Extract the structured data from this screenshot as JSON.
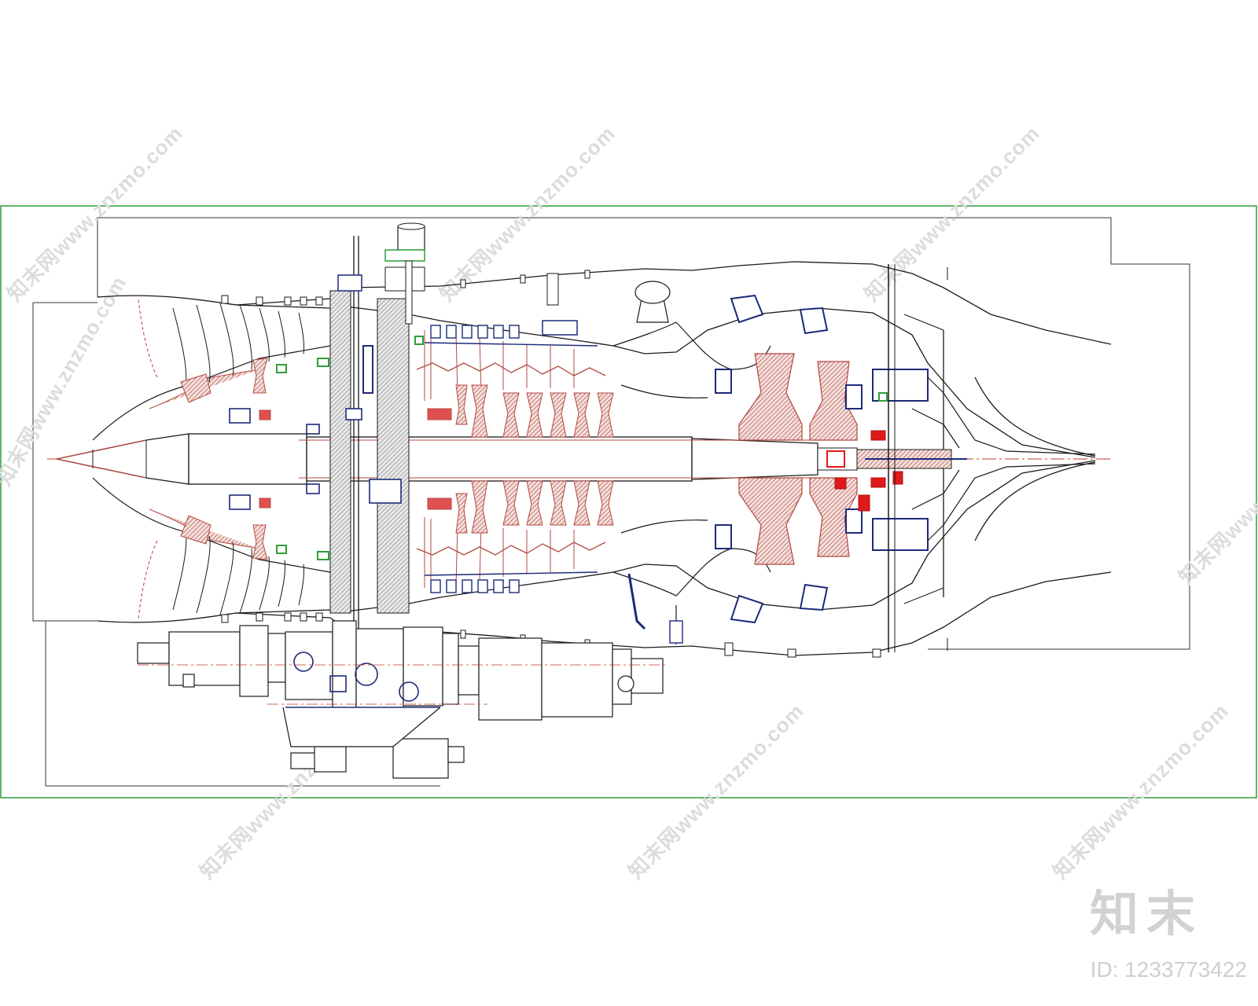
{
  "watermark": {
    "text": "知末网www.znzmo.com",
    "brand": "知末",
    "id_label": "ID: 1233773422"
  },
  "colors": {
    "outline": "#1a1a1a",
    "section_red": "#b5483f",
    "bright_red": "#e01a1a",
    "navy": "#1c2a7a",
    "green": "#2f9e3a",
    "frame": "#2f9e3a"
  }
}
